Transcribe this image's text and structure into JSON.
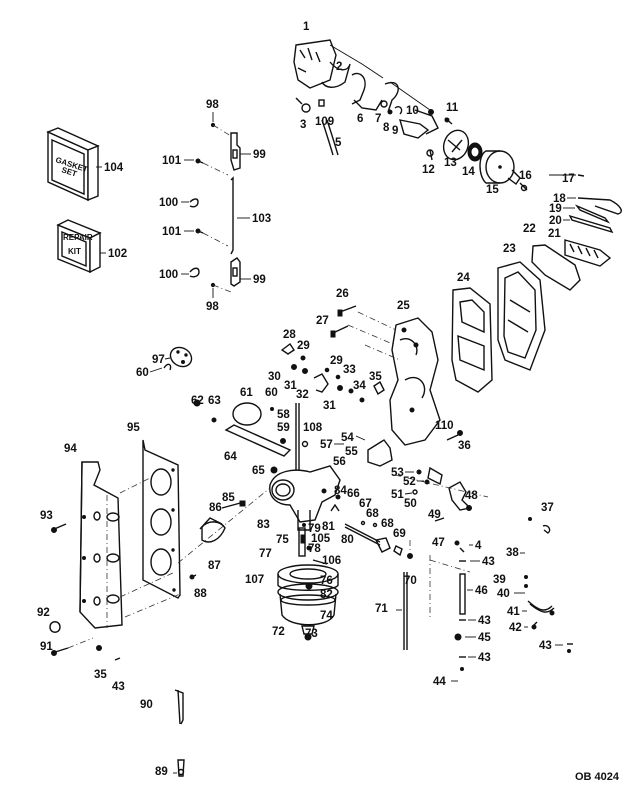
{
  "diagram": {
    "type": "exploded-parts-diagram",
    "reference_code": "OB 4024",
    "kits": [
      {
        "id": "104",
        "box_text_line1": "GASKET",
        "box_text_line2": "SET"
      },
      {
        "id": "102",
        "box_text_line1": "REPAIR",
        "box_text_line2": "KIT"
      }
    ],
    "callouts": [
      {
        "id": "c1",
        "label": "1"
      },
      {
        "id": "c2",
        "label": "2"
      },
      {
        "id": "c3",
        "label": "3"
      },
      {
        "id": "c109",
        "label": "109"
      },
      {
        "id": "c5",
        "label": "5"
      },
      {
        "id": "c6",
        "label": "6"
      },
      {
        "id": "c7",
        "label": "7"
      },
      {
        "id": "c8",
        "label": "8"
      },
      {
        "id": "c9",
        "label": "9"
      },
      {
        "id": "c10",
        "label": "10"
      },
      {
        "id": "c11",
        "label": "11"
      },
      {
        "id": "c12",
        "label": "12"
      },
      {
        "id": "c13",
        "label": "13"
      },
      {
        "id": "c14",
        "label": "14"
      },
      {
        "id": "c15",
        "label": "15"
      },
      {
        "id": "c16",
        "label": "16"
      },
      {
        "id": "c17",
        "label": "17"
      },
      {
        "id": "c18",
        "label": "18"
      },
      {
        "id": "c19",
        "label": "19"
      },
      {
        "id": "c20",
        "label": "20"
      },
      {
        "id": "c21",
        "label": "21"
      },
      {
        "id": "c22",
        "label": "22"
      },
      {
        "id": "c23",
        "label": "23"
      },
      {
        "id": "c24",
        "label": "24"
      },
      {
        "id": "c25",
        "label": "25"
      },
      {
        "id": "c26",
        "label": "26"
      },
      {
        "id": "c27",
        "label": "27"
      },
      {
        "id": "c28",
        "label": "28"
      },
      {
        "id": "c29a",
        "label": "29"
      },
      {
        "id": "c29b",
        "label": "29"
      },
      {
        "id": "c30",
        "label": "30"
      },
      {
        "id": "c31a",
        "label": "31"
      },
      {
        "id": "c31b",
        "label": "31"
      },
      {
        "id": "c32",
        "label": "32"
      },
      {
        "id": "c33",
        "label": "33"
      },
      {
        "id": "c34",
        "label": "34"
      },
      {
        "id": "c35a",
        "label": "35"
      },
      {
        "id": "c36",
        "label": "36"
      },
      {
        "id": "c110",
        "label": "110"
      },
      {
        "id": "c97",
        "label": "97"
      },
      {
        "id": "c60a",
        "label": "60"
      },
      {
        "id": "c61",
        "label": "61"
      },
      {
        "id": "c60b",
        "label": "60"
      },
      {
        "id": "c58",
        "label": "58"
      },
      {
        "id": "c62",
        "label": "62"
      },
      {
        "id": "c63",
        "label": "63"
      },
      {
        "id": "c59",
        "label": "59"
      },
      {
        "id": "c108",
        "label": "108"
      },
      {
        "id": "c57",
        "label": "57"
      },
      {
        "id": "c64",
        "label": "64"
      },
      {
        "id": "c65",
        "label": "65"
      },
      {
        "id": "c54",
        "label": "54"
      },
      {
        "id": "c55",
        "label": "55"
      },
      {
        "id": "c56",
        "label": "56"
      },
      {
        "id": "c53",
        "label": "53"
      },
      {
        "id": "c52",
        "label": "52"
      },
      {
        "id": "c51",
        "label": "51"
      },
      {
        "id": "c50",
        "label": "50"
      },
      {
        "id": "c48",
        "label": "48"
      },
      {
        "id": "c49",
        "label": "49"
      },
      {
        "id": "c47",
        "label": "47"
      },
      {
        "id": "c84",
        "label": "84"
      },
      {
        "id": "c66",
        "label": "66"
      },
      {
        "id": "c67",
        "label": "67"
      },
      {
        "id": "c68a",
        "label": "68"
      },
      {
        "id": "c68b",
        "label": "68"
      },
      {
        "id": "c69",
        "label": "69"
      },
      {
        "id": "c70",
        "label": "70"
      },
      {
        "id": "c80",
        "label": "80"
      },
      {
        "id": "c81",
        "label": "81"
      },
      {
        "id": "c79",
        "label": "79"
      },
      {
        "id": "c105",
        "label": "105"
      },
      {
        "id": "c78",
        "label": "78"
      },
      {
        "id": "c75",
        "label": "75"
      },
      {
        "id": "c106",
        "label": "106"
      },
      {
        "id": "c77",
        "label": "77"
      },
      {
        "id": "c76",
        "label": "76"
      },
      {
        "id": "c107",
        "label": "107"
      },
      {
        "id": "c82",
        "label": "82"
      },
      {
        "id": "c74",
        "label": "74"
      },
      {
        "id": "c72",
        "label": "72"
      },
      {
        "id": "c73",
        "label": "73"
      },
      {
        "id": "c71",
        "label": "71"
      },
      {
        "id": "c83",
        "label": "83"
      },
      {
        "id": "c85",
        "label": "85"
      },
      {
        "id": "c86",
        "label": "86"
      },
      {
        "id": "c87",
        "label": "87"
      },
      {
        "id": "c88",
        "label": "88"
      },
      {
        "id": "c94",
        "label": "94"
      },
      {
        "id": "c95",
        "label": "95"
      },
      {
        "id": "c93",
        "label": "93"
      },
      {
        "id": "c92",
        "label": "92"
      },
      {
        "id": "c91",
        "label": "91"
      },
      {
        "id": "c35b",
        "label": "35"
      },
      {
        "id": "c43a",
        "label": "43"
      },
      {
        "id": "c90",
        "label": "90"
      },
      {
        "id": "c89",
        "label": "89"
      },
      {
        "id": "c98a",
        "label": "98"
      },
      {
        "id": "c99a",
        "label": "99"
      },
      {
        "id": "c101a",
        "label": "101"
      },
      {
        "id": "c100a",
        "label": "100"
      },
      {
        "id": "c103",
        "label": "103"
      },
      {
        "id": "c101b",
        "label": "101"
      },
      {
        "id": "c100b",
        "label": "100"
      },
      {
        "id": "c99b",
        "label": "99"
      },
      {
        "id": "c98b",
        "label": "98"
      },
      {
        "id": "c104",
        "label": "104"
      },
      {
        "id": "c102",
        "label": "102"
      },
      {
        "id": "c37",
        "label": "37"
      },
      {
        "id": "c38",
        "label": "38"
      },
      {
        "id": "c39",
        "label": "39"
      },
      {
        "id": "c40",
        "label": "40"
      },
      {
        "id": "c41",
        "label": "41"
      },
      {
        "id": "c42",
        "label": "42"
      },
      {
        "id": "c43b",
        "label": "43"
      },
      {
        "id": "c4",
        "label": "4"
      },
      {
        "id": "c43c",
        "label": "43"
      },
      {
        "id": "c46",
        "label": "46"
      },
      {
        "id": "c43d",
        "label": "43"
      },
      {
        "id": "c45",
        "label": "45"
      },
      {
        "id": "c43e",
        "label": "43"
      },
      {
        "id": "c44",
        "label": "44"
      }
    ]
  }
}
